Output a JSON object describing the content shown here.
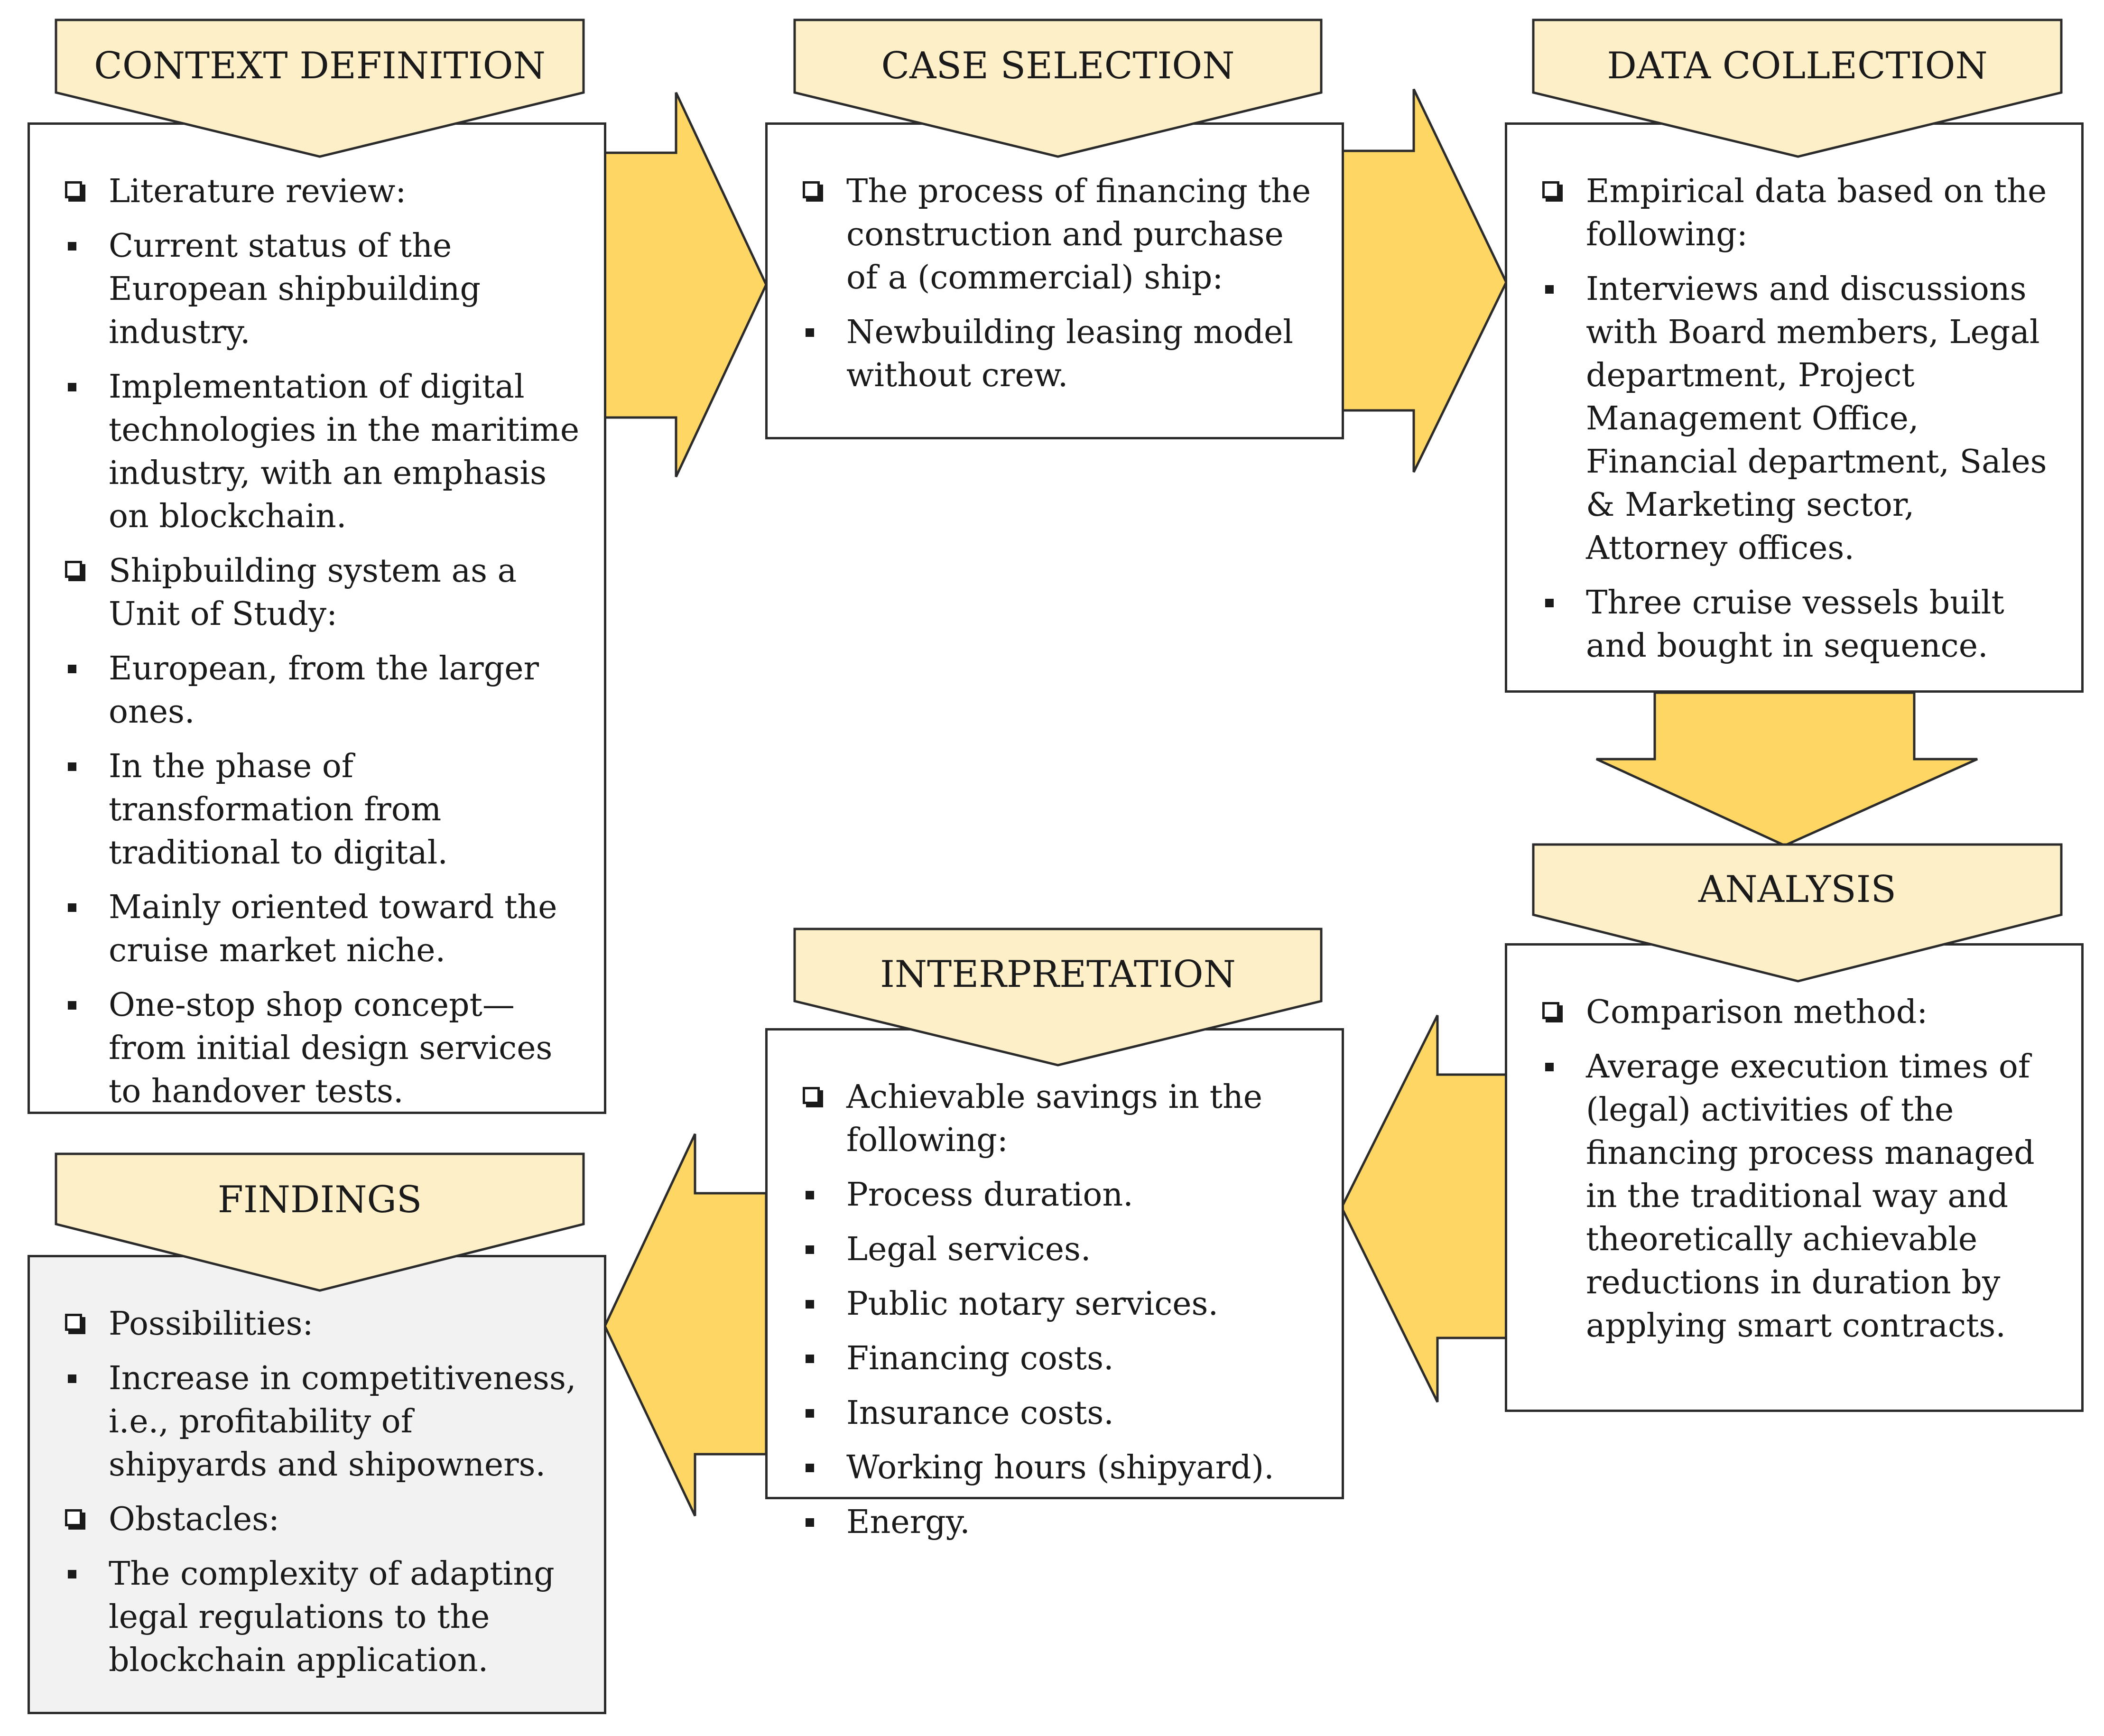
{
  "colors": {
    "arrow_fill": "#fdd664",
    "pentagon_fill": "#fdf0c8",
    "stroke": "#2b2b2b",
    "findings_bg": "#f2f2f2"
  },
  "stages": {
    "context": {
      "title": "CONTEXT DEFINITION",
      "items": [
        {
          "type": "check",
          "text": "Literature review:"
        },
        {
          "type": "bullet",
          "text": "Current status of the European shipbuilding industry."
        },
        {
          "type": "bullet",
          "text": "Implementation of digital technologies in the maritime industry, with an emphasis on blockchain."
        },
        {
          "type": "check",
          "text": "Shipbuilding system as a Unit of Study:"
        },
        {
          "type": "bullet",
          "text": "European, from the larger ones."
        },
        {
          "type": "bullet",
          "text": "In the phase of transformation from traditional to digital."
        },
        {
          "type": "bullet",
          "text": "Mainly oriented toward the cruise market niche."
        },
        {
          "type": "bullet",
          "text": "One-stop shop concept—from initial design services to handover tests."
        }
      ]
    },
    "case": {
      "title": "CASE SELECTION",
      "items": [
        {
          "type": "check",
          "text": "The process of financing the construction and purchase of a (commercial) ship:"
        },
        {
          "type": "bullet",
          "text": "Newbuilding leasing model without crew."
        }
      ]
    },
    "data": {
      "title": "DATA COLLECTION",
      "items": [
        {
          "type": "check",
          "text": "Empirical data based on the following:"
        },
        {
          "type": "bullet",
          "text": "Interviews and discussions with Board members, Legal department, Project Management Office, Financial department, Sales & Marketing sector, Attorney offices."
        },
        {
          "type": "bullet",
          "text": "Three cruise vessels built and bought in sequence."
        }
      ]
    },
    "analysis": {
      "title": "ANALYSIS",
      "items": [
        {
          "type": "check",
          "text": "Comparison method:"
        },
        {
          "type": "bullet",
          "text": "Average execution times of (legal) activities of the financing process managed in the traditional way and theoretically achievable reductions in duration by applying smart contracts."
        }
      ]
    },
    "interpretation": {
      "title": "INTERPRETATION",
      "items": [
        {
          "type": "check",
          "text": "Achievable savings in the following:"
        },
        {
          "type": "bullet",
          "text": "Process duration."
        },
        {
          "type": "bullet",
          "text": "Legal services."
        },
        {
          "type": "bullet",
          "text": "Public notary services."
        },
        {
          "type": "bullet",
          "text": "Financing costs."
        },
        {
          "type": "bullet",
          "text": "Insurance costs."
        },
        {
          "type": "bullet",
          "text": "Working hours (shipyard)."
        },
        {
          "type": "bullet",
          "text": "Energy."
        }
      ]
    },
    "findings": {
      "title": "FINDINGS",
      "items": [
        {
          "type": "check",
          "text": "Possibilities:"
        },
        {
          "type": "bullet",
          "text": "Increase in competitiveness, i.e., profitability of shipyards and shipowners."
        },
        {
          "type": "check",
          "text": "Obstacles:"
        },
        {
          "type": "bullet",
          "text": "The complexity of adapting legal regulations to the blockchain application."
        }
      ]
    }
  }
}
